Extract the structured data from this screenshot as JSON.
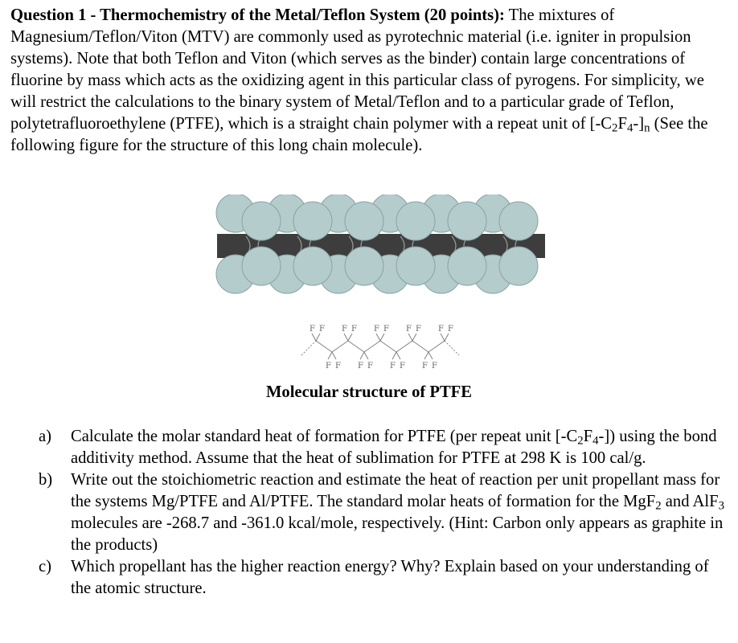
{
  "question": {
    "title": "Question 1 - Thermochemistry of the Metal/Teflon System (20 points):",
    "intro_part1": " The mixtures of Magnesium/Teflon/Viton (MTV) are commonly used as pyrotechnic material (i.e. igniter in propulsion systems). Note that both Teflon and Viton (which serves as the binder) contain large concentrations of fluorine by mass which acts as the oxidizing agent in this particular class of pyrogens. For simplicity, we will restrict the calculations to the binary system of Metal/Teflon and to a particular grade of Teflon, polytetrafluoroethylene (PTFE), which is a straight chain polymer with a repeat unit of [-C",
    "sub2": "2",
    "mid1": "F",
    "sub4": "4",
    "mid2": "-]",
    "subn": "n",
    "intro_part2": " (See the following figure for the structure of this long chain molecule)."
  },
  "figure": {
    "fluorine_label": "F",
    "caption": "Molecular structure of PTFE",
    "colors": {
      "fluorine_atom": "#b4cccb",
      "carbon_chain": "#3d3d3d",
      "atom_outline": "#8aa3a2"
    }
  },
  "parts": [
    {
      "label": "a)",
      "text1": "Calculate the molar standard heat of formation for PTFE (per repeat unit [-C",
      "s1": "2",
      "text2": "F",
      "s2": "4",
      "text3": "-]) using the bond additivity method. Assume that the heat of sublimation for PTFE at 298 K is 100 cal/g."
    },
    {
      "label": "b)",
      "text1": "Write out the stoichiometric reaction and estimate the heat of reaction per unit propellant mass for the systems Mg/PTFE and Al/PTFE. The standard molar heats of formation for the MgF",
      "s1": "2",
      "text2": " and AlF",
      "s2": "3",
      "text3": " molecules are -268.7 and -361.0 kcal/mole, respectively. (Hint: Carbon only appears as graphite in the products)"
    },
    {
      "label": "c)",
      "text1": "Which propellant has the higher reaction energy? Why? Explain based on your understanding of the atomic structure."
    }
  ]
}
